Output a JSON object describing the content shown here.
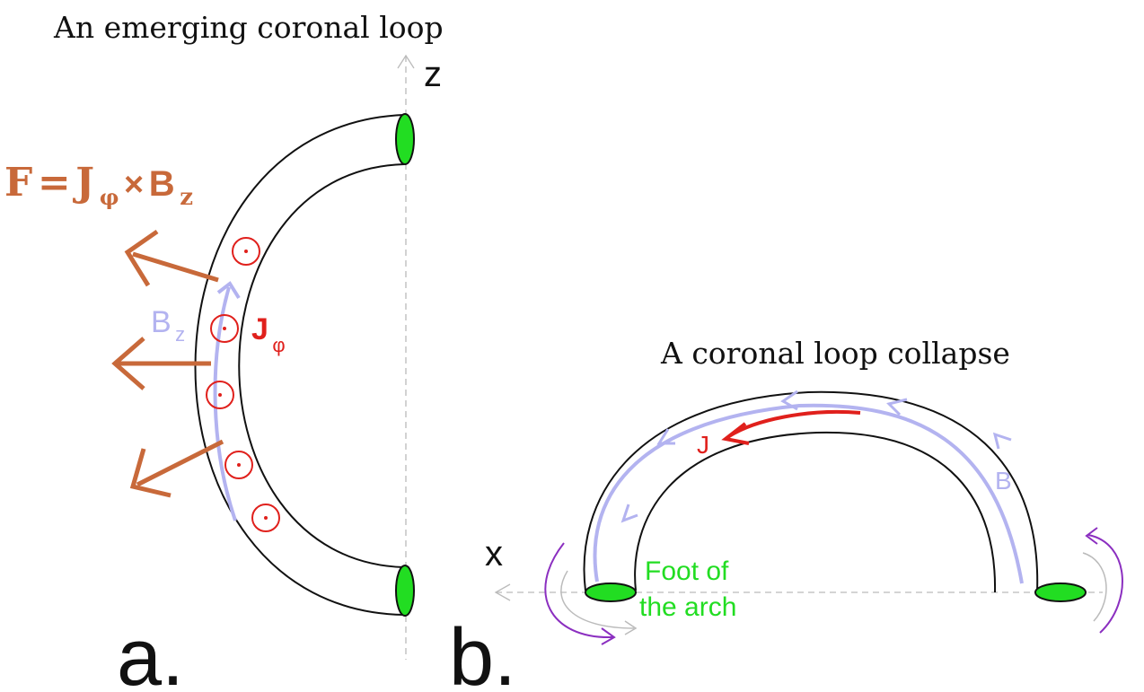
{
  "panel_a": {
    "title": "An emerging coronal loop",
    "axis_label": "z",
    "force_eq": {
      "F": "F",
      "eq": "=",
      "J": "J",
      "J_sub": "φ",
      "times": "×",
      "B": " B",
      "B_sub": "z"
    },
    "bz_label": {
      "main": "B",
      "sub": "z"
    },
    "j_label": {
      "main": "J",
      "sub": "φ"
    },
    "panel_label": "a."
  },
  "panel_b": {
    "title": "A coronal loop collapse",
    "axis_label": "x",
    "j_label": "J",
    "b_label": "B",
    "foot_label_line1": "Foot of",
    "foot_label_line2": "the arch",
    "panel_label": "b."
  },
  "colors": {
    "force": "#c8693a",
    "current": "#e0201c",
    "field": "#b3b3f0",
    "foot": "#22dd22",
    "rotation": "#8b2fc0",
    "axis": "#bbbbbb",
    "loop": "#111111"
  }
}
